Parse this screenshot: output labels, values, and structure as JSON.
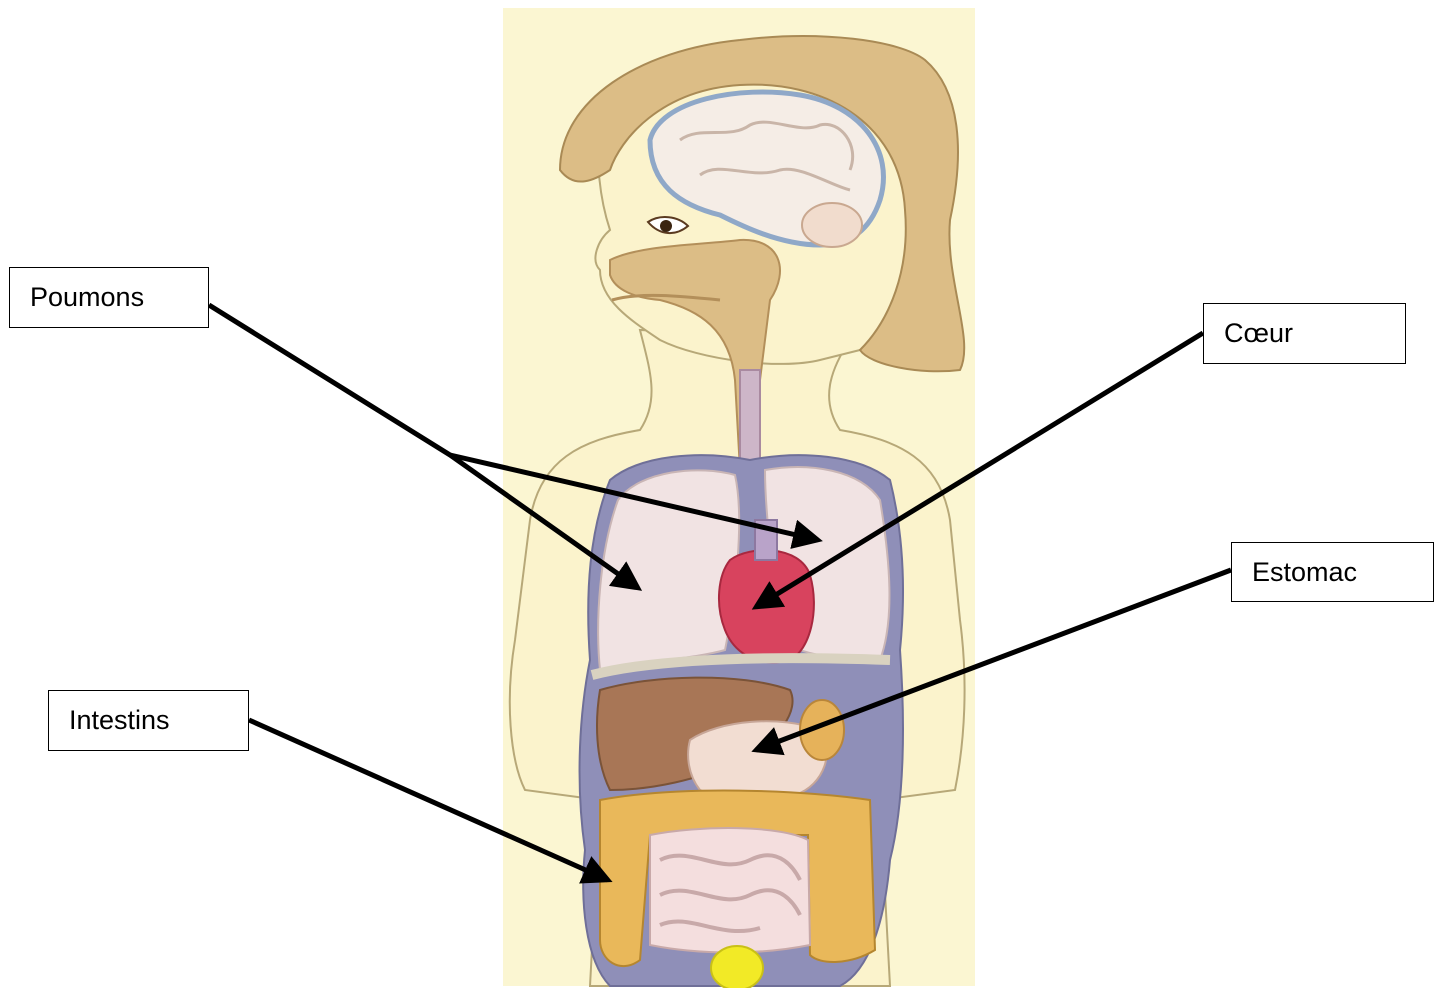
{
  "labels": {
    "poumons": "Poumons",
    "coeur": "Cœur",
    "estomac": "Estomac",
    "intestins": "Intestins"
  },
  "colors": {
    "background_panel": "#fbf6d2",
    "hair": "#dcbd86",
    "skin_outline": "#b7a878",
    "brain": "#f5ede6",
    "cavity": "#8f8fb8",
    "lungs": "#f1e3e3",
    "heart": "#d8435e",
    "liver": "#a87656",
    "stomach": "#f2ddd2",
    "intestines": "#e9b85a",
    "bladder": "#f2ea26",
    "arrow": "#000000"
  }
}
